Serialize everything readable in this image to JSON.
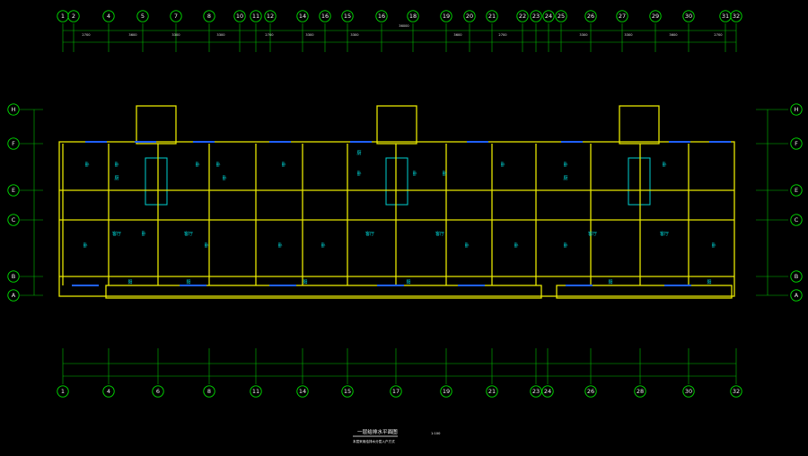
{
  "top_axes": [
    "1",
    "2",
    "4",
    "5",
    "7",
    "8",
    "10",
    "11",
    "12",
    "14",
    "16",
    "15",
    "16",
    "18",
    "19",
    "20",
    "21",
    "22",
    "23",
    "24",
    "25",
    "26",
    "27",
    "29",
    "30",
    "31",
    "32"
  ],
  "bottom_axes": [
    "1",
    "4",
    "6",
    "8",
    "11",
    "14",
    "15",
    "17",
    "19",
    "21",
    "23",
    "24",
    "26",
    "28",
    "30",
    "32"
  ],
  "left_axes": [
    "H",
    "F",
    "E",
    "C",
    "B",
    "A"
  ],
  "right_axes": [
    "H",
    "F",
    "E",
    "C",
    "B",
    "A"
  ],
  "room_labels": [
    "卧",
    "卧",
    "厨",
    "卧",
    "卧",
    "卧",
    "卧",
    "卧",
    "厨",
    "卧",
    "卧",
    "卧",
    "卧",
    "厨",
    "卧",
    "客厅",
    "客厅",
    "客厅",
    "客厅",
    "卧",
    "卧",
    "卧",
    "卧",
    "卧",
    "卧",
    "客厅",
    "客厅",
    "卧",
    "卧",
    "卧",
    "阳",
    "阳",
    "阳",
    "阳",
    "阳",
    "阳"
  ],
  "dimension_labels": [
    "2700",
    "3600",
    "3300",
    "3300",
    "2700",
    "36000",
    "3300",
    "3300",
    "3600",
    "2700",
    "3300",
    "3300",
    "3600",
    "2700"
  ],
  "title_block": {
    "title": "一层给排水平面图",
    "scale": "1:100",
    "note": "本层采用给排水分层入户方式"
  }
}
